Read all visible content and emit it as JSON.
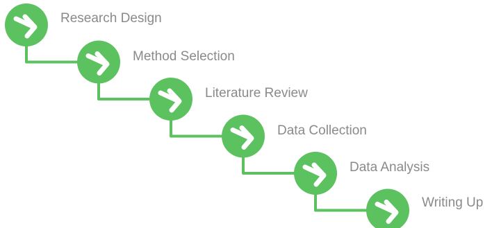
{
  "diagram": {
    "accent_color": "#5cc15f",
    "arrow_color": "#ffffff",
    "text_color": "#8a8a8a",
    "node_icon": "arrow-right-icon",
    "steps": [
      {
        "label": "Research Design"
      },
      {
        "label": "Method Selection"
      },
      {
        "label": "Literature Review"
      },
      {
        "label": "Data Collection"
      },
      {
        "label": "Data Analysis"
      },
      {
        "label": "Writing Up"
      }
    ]
  }
}
